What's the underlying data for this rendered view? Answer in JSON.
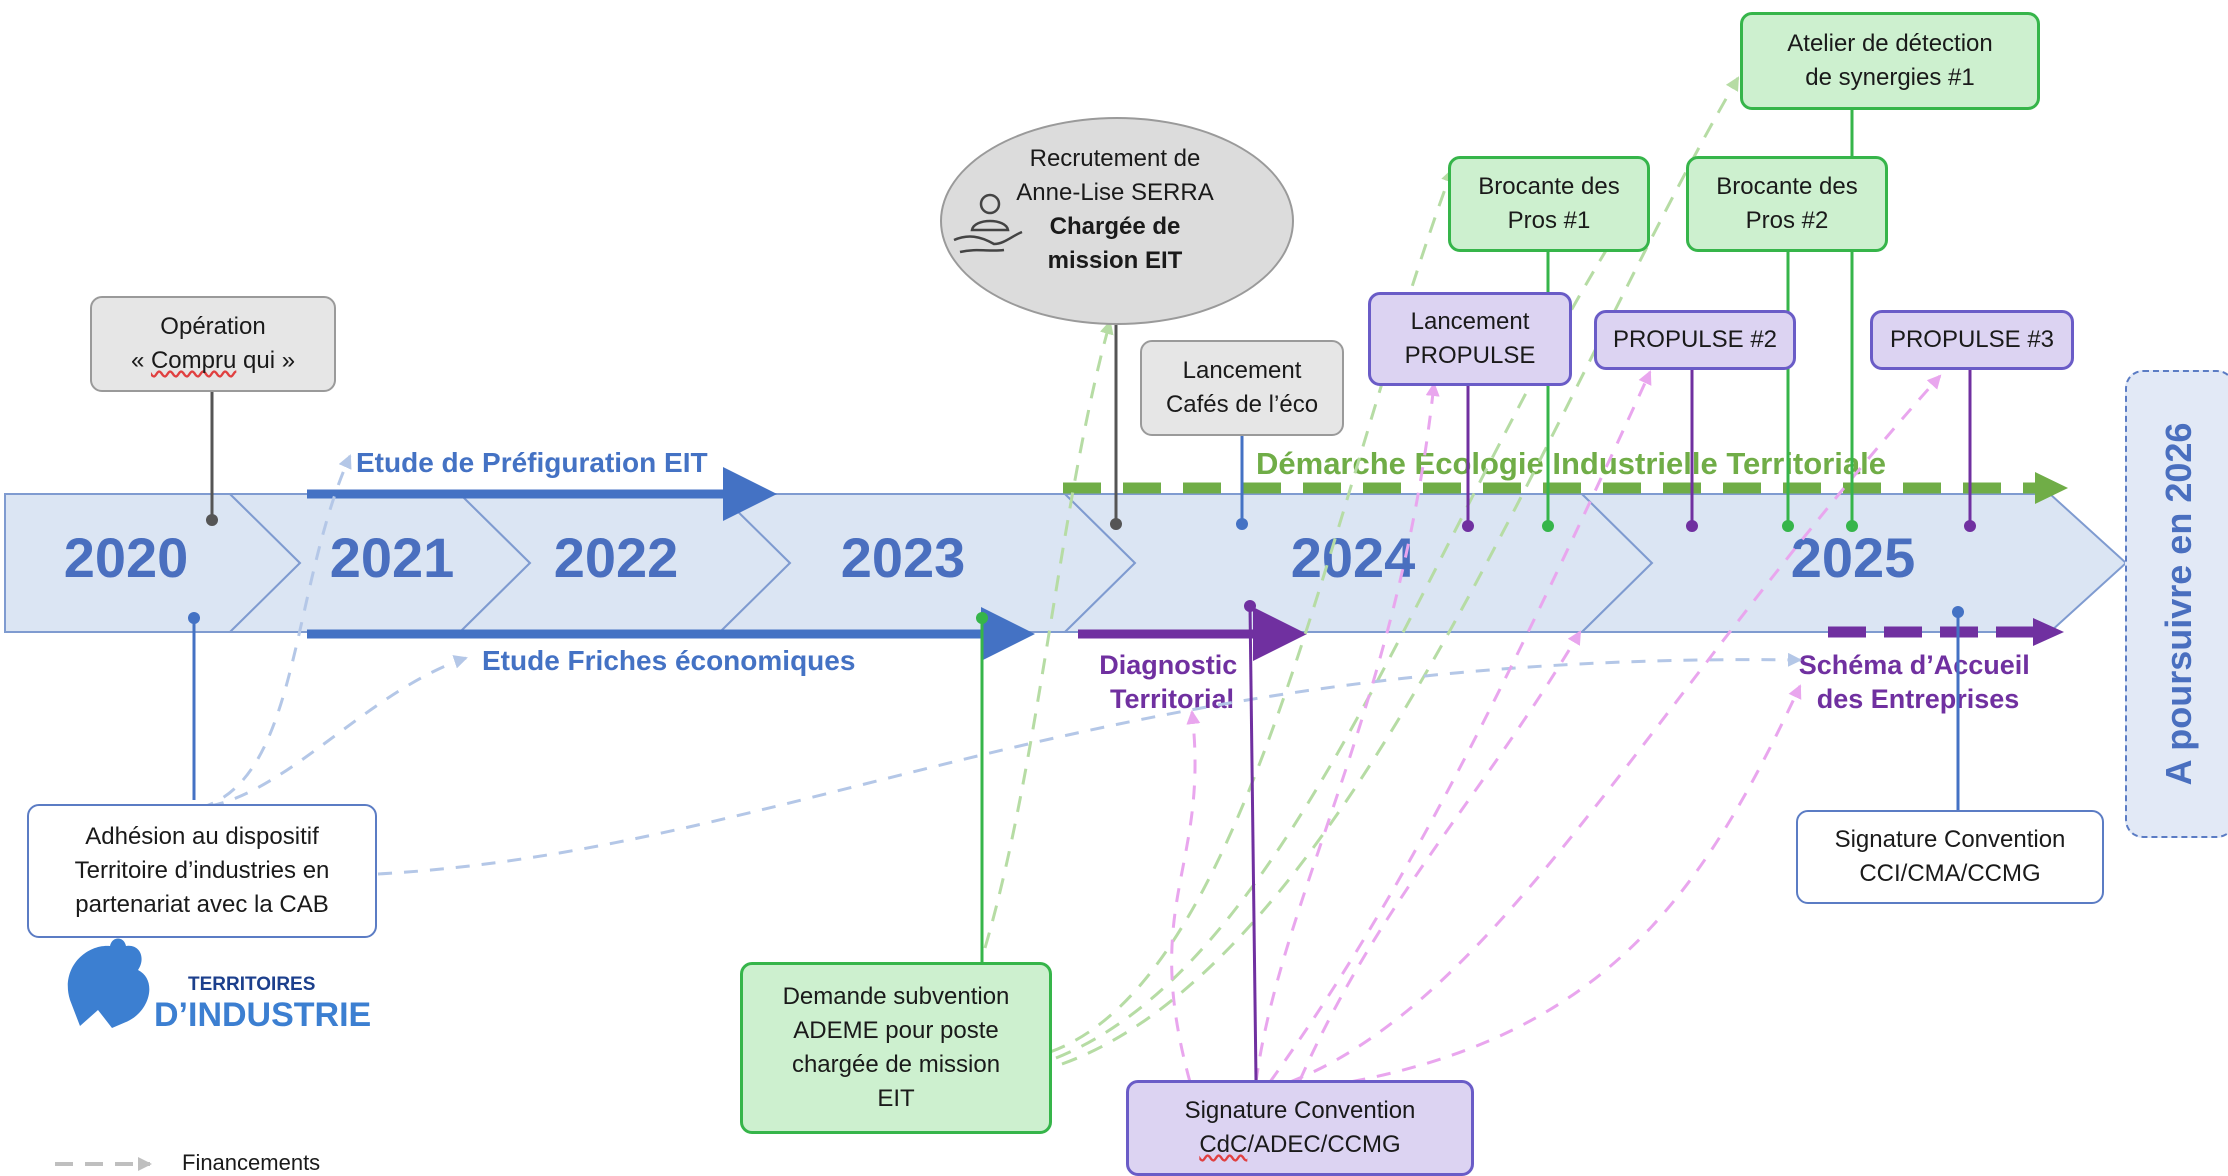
{
  "timeline": {
    "years": [
      "2020",
      "2021",
      "2022",
      "2023",
      "2024",
      "2025"
    ]
  },
  "arrows": {
    "etude_prefiguration": "Etude de Préfiguration EIT",
    "etude_friches": "Etude Friches économiques",
    "demarche_eit": "Démarche Ecologie Industrielle Territoriale",
    "diagnostic": [
      "Diagnostic",
      "Territorial"
    ],
    "schema_accueil": [
      "Schéma d’Accueil",
      "des Entreprises"
    ]
  },
  "boxes": {
    "operation_compru": {
      "line1": "Opération",
      "line2_prefix": "« ",
      "line2_word": "Compru",
      "line2_suffix": " qui »"
    },
    "recrutement": [
      "Recrutement de",
      "Anne-Lise SERRA",
      "Chargée de",
      "mission EIT"
    ],
    "cafes_eco": [
      "Lancement",
      "Cafés de l’éco"
    ],
    "lancement_propulse": [
      "Lancement",
      "PROPULSE"
    ],
    "brocante_1": [
      "Brocante des",
      "Pros #1"
    ],
    "brocante_2": [
      "Brocante des",
      "Pros #2"
    ],
    "atelier": [
      "Atelier de détection",
      "de synergies #1"
    ],
    "propulse_2": "PROPULSE #2",
    "propulse_3": "PROPULSE #3",
    "adhesion": [
      "Adhésion au dispositif",
      "Territoire d’industries en",
      "partenariat avec la CAB"
    ],
    "demande_subvention": [
      "Demande subvention",
      "ADEME pour poste",
      "chargée de mission",
      "EIT"
    ],
    "signature_cdc": {
      "line1": "Signature Convention",
      "line2_word": "CdC",
      "line2_suffix": "/ADEC/CCMG"
    },
    "signature_cci": [
      "Signature Convention",
      "CCI/CMA/CCMG"
    ]
  },
  "continue_label": "A poursuivre en 2026",
  "logo": {
    "line1": "TERRITOIRES",
    "line2": "D’INDUSTRIE"
  },
  "legend": {
    "label": "Financements"
  },
  "colors": {
    "timeline_fill": "#dbe5f3",
    "timeline_stroke": "#7f9bd0",
    "year_text": "#4a6fbf",
    "blue": "#4472c4",
    "green": "#70ad47",
    "green_dark": "#36b54a",
    "purple": "#7030a0",
    "pink_dash": "#e9a6ee",
    "gray_line": "#555555"
  }
}
